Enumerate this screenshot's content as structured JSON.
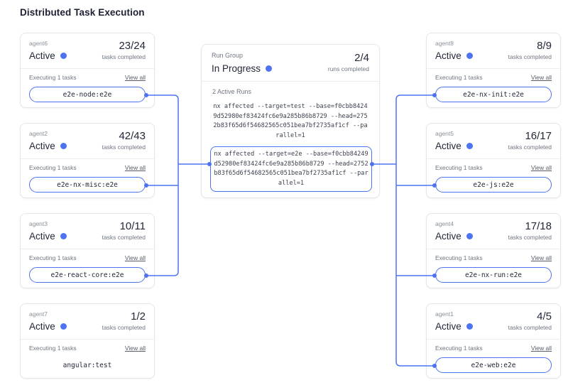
{
  "page": {
    "title": "Distributed Task Execution"
  },
  "colors": {
    "accent": "#4d73f0",
    "card_border": "#e4e6ea",
    "text_dark": "#222838",
    "text_gray": "#6e7580"
  },
  "labels": {
    "tasks_completed": "tasks completed",
    "executing": "Executing 1 tasks",
    "view_all": "View all"
  },
  "agents": {
    "left": [
      {
        "name": "agent6",
        "status": "Active",
        "count": "23/24",
        "task": "e2e-node:e2e",
        "highlighted": true
      },
      {
        "name": "agent2",
        "status": "Active",
        "count": "42/43",
        "task": "e2e-nx-misc:e2e",
        "highlighted": true
      },
      {
        "name": "agent3",
        "status": "Active",
        "count": "10/11",
        "task": "e2e-react-core:e2e",
        "highlighted": true
      },
      {
        "name": "agent7",
        "status": "Active",
        "count": "1/2",
        "task": "angular:test",
        "highlighted": false
      }
    ],
    "right": [
      {
        "name": "agent8",
        "status": "Active",
        "count": "8/9",
        "task": "e2e-nx-init:e2e",
        "highlighted": true
      },
      {
        "name": "agent5",
        "status": "Active",
        "count": "16/17",
        "task": "e2e-js:e2e",
        "highlighted": true
      },
      {
        "name": "agent4",
        "status": "Active",
        "count": "17/18",
        "task": "e2e-nx-run:e2e",
        "highlighted": true
      },
      {
        "name": "agent1",
        "status": "Active",
        "count": "4/5",
        "task": "e2e-web:e2e",
        "highlighted": true
      }
    ]
  },
  "run_group": {
    "label": "Run Group",
    "status": "In Progress",
    "count": "2/4",
    "count_caption": "runs completed",
    "active_runs": "2 Active Runs",
    "commands": [
      {
        "text": "nx affected --target=test --base=f0cbb84249d52980ef83424fc6e9a285b86b8729 --head=2752b83f65d6f54682565c051bea7bf2735af1cf --parallel=1",
        "highlighted": false
      },
      {
        "text": "nx affected --target=e2e --base=f0cbb84249d52980ef83424fc6e9a285b86b8729 --head=2752b83f65d6f54682565c051bea7bf2735af1cf --parallel=1",
        "highlighted": true
      }
    ]
  }
}
